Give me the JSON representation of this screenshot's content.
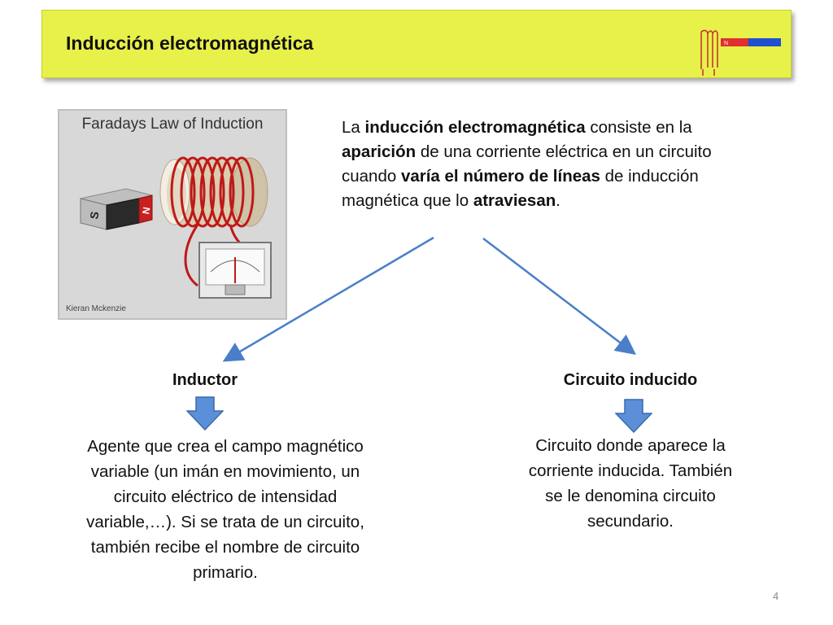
{
  "slide": {
    "title": "Inducción electromagnética",
    "page_number": "4"
  },
  "figure": {
    "caption": "Faradays Law of Induction",
    "credit": "Kieran Mckenzie",
    "magnet_south": "S",
    "magnet_north": "N"
  },
  "definition": {
    "t1": "La ",
    "b1": "inducción electromagnética",
    "t2": " consiste en la ",
    "b2": "aparición",
    "t3": " de una corriente eléctrica en un circuito cuando ",
    "b3": "varía el número de líneas",
    "t4": " de inducción magnética que lo ",
    "b4": "atraviesan",
    "t5": "."
  },
  "left": {
    "heading": "Inductor",
    "lines": [
      "Agente que crea el campo magnético",
      "variable (un imán en movimiento, un",
      "circuito eléctrico de intensidad",
      "variable,…). Si se trata de un circuito,",
      "también recibe el nombre de circuito",
      "primario."
    ]
  },
  "right": {
    "heading": "Circuito inducido",
    "lines": [
      "Circuito donde aparece la",
      "corriente inducida. También",
      "se le denomina circuito",
      "secundario."
    ]
  },
  "colors": {
    "banner": "#e8f04a",
    "connector": "#4a7ec8",
    "arrow_fill": "#5b8fd8"
  }
}
